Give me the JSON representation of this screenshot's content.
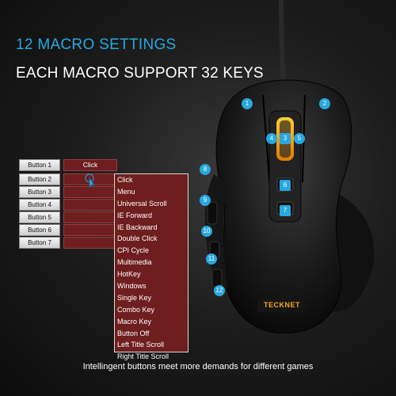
{
  "header": {
    "title": "12 MACRO SETTINGS",
    "subtitle": "EACH MACRO SUPPORT 32 KEYS"
  },
  "buttons": [
    {
      "label": "Button 1",
      "value": "Click"
    },
    {
      "label": "Button 2",
      "value": ""
    },
    {
      "label": "Button 3",
      "value": ""
    },
    {
      "label": "Button 4",
      "value": ""
    },
    {
      "label": "Button 5",
      "value": ""
    },
    {
      "label": "Button 6",
      "value": ""
    },
    {
      "label": "Button 7",
      "value": ""
    }
  ],
  "menu": [
    "Click",
    "Menu",
    "Universal Scroll",
    "IE Forward",
    "IE Backward",
    "Double Click",
    "CPI Cycle",
    "Multimedia",
    "HotKey",
    "Windows",
    "Single Key",
    "Combo Key",
    "Macro Key",
    "Button Off",
    "Left Title Scroll",
    "Right Title Scroll"
  ],
  "mouse": {
    "brand": "TECKNET",
    "markers": [
      "1",
      "2",
      "3",
      "4",
      "5",
      "6",
      "7",
      "8",
      "9",
      "10",
      "11",
      "12"
    ]
  },
  "caption": "Intellingent buttons meet more demands for different games",
  "colors": {
    "accent": "#27a8e0",
    "menu_bg": "#6e1e1e",
    "led": "#f5a623"
  }
}
